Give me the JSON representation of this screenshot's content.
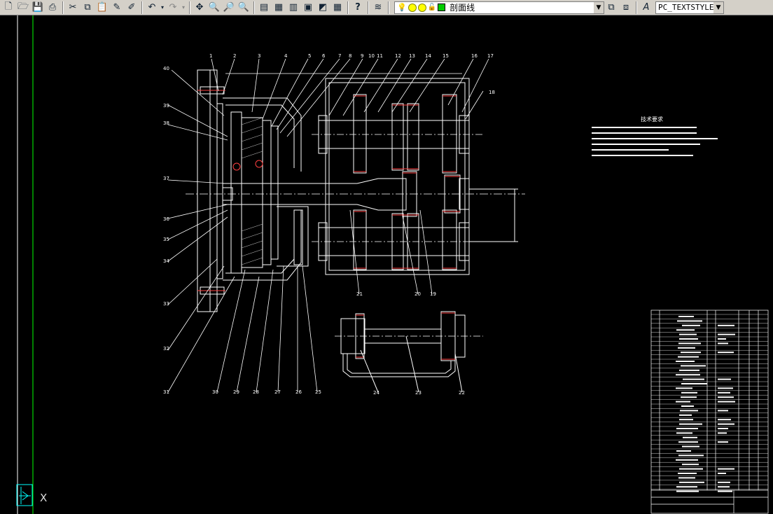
{
  "toolbar": {
    "layer_name": "剖面线",
    "text_style": "PC_TEXTSTYLE",
    "colors": {
      "bg": "#d4d0c8",
      "yellow": "#ffff00",
      "green": "#00cc00"
    }
  },
  "drawing": {
    "part_numbers_top": [
      "1",
      "2",
      "3",
      "4",
      "5",
      "6",
      "7",
      "8",
      "9",
      "10",
      "11",
      "12",
      "13",
      "14",
      "15",
      "16",
      "17",
      "18"
    ],
    "part_numbers_left": [
      "40",
      "39",
      "38",
      "37",
      "36",
      "35",
      "34",
      "33",
      "32"
    ],
    "part_numbers_bottom": [
      "31",
      "30",
      "29",
      "28",
      "27",
      "26",
      "25",
      "21",
      "20",
      "19"
    ],
    "part_numbers_small": [
      "24",
      "23",
      "22"
    ],
    "notes_title": "技术要求",
    "cad_colors": {
      "line": "#ffffff",
      "hatch": "#ff4040",
      "center": "#ffffff",
      "frame": "#00ff00"
    }
  },
  "ucs": {
    "axis_label": "X"
  }
}
